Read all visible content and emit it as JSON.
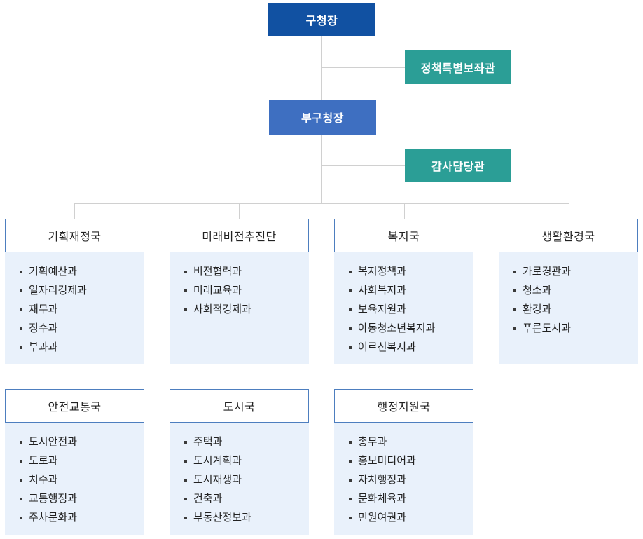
{
  "colors": {
    "mayor_box": "#1151a2",
    "deputy_box": "#3e6fc1",
    "staff_box": "#2b9e96",
    "dept_border": "#4d7ebf",
    "dept_panel_bg": "#e9f1fb",
    "connector": "#d0d0d0",
    "box_text": "#ffffff",
    "dept_text": "#222222"
  },
  "nodes": {
    "mayor": "구청장",
    "policy_advisor": "정책특별보좌관",
    "deputy_mayor": "부구청장",
    "audit_officer": "감사담당관"
  },
  "departments": [
    {
      "name": "기획재정국",
      "divisions": [
        "기획예산과",
        "일자리경제과",
        "재무과",
        "징수과",
        "부과과"
      ]
    },
    {
      "name": "미래비전추진단",
      "divisions": [
        "비전협력과",
        "미래교육과",
        "사회적경제과"
      ]
    },
    {
      "name": "복지국",
      "divisions": [
        "복지정책과",
        "사회복지과",
        "보육지원과",
        "아동청소년복지과",
        "어르신복지과"
      ]
    },
    {
      "name": "생활환경국",
      "divisions": [
        "가로경관과",
        "청소과",
        "환경과",
        "푸른도시과"
      ]
    },
    {
      "name": "안전교통국",
      "divisions": [
        "도시안전과",
        "도로과",
        "치수과",
        "교통행정과",
        "주차문화과"
      ]
    },
    {
      "name": "도시국",
      "divisions": [
        "주택과",
        "도시계획과",
        "도시재생과",
        "건축과",
        "부동산정보과"
      ]
    },
    {
      "name": "행정지원국",
      "divisions": [
        "총무과",
        "홍보미디어과",
        "자치행정과",
        "문화체육과",
        "민원여권과"
      ]
    }
  ]
}
